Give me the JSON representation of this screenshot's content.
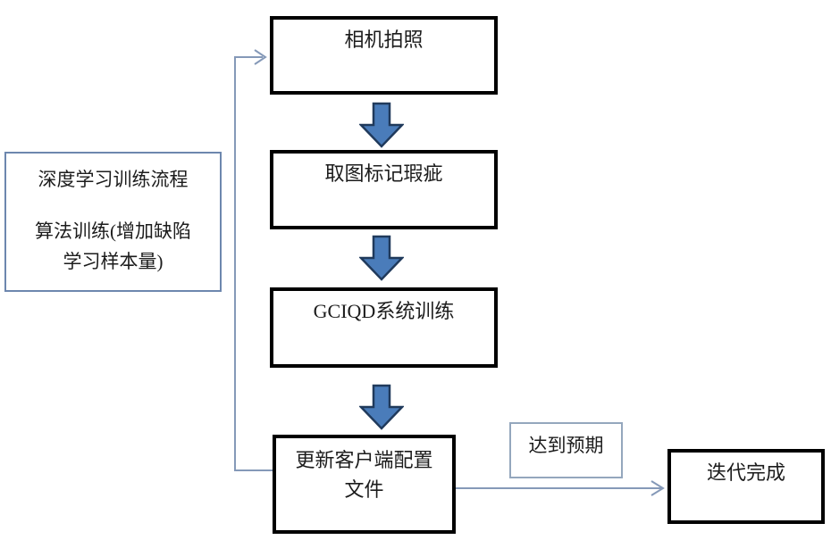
{
  "diagram": {
    "legend": {
      "line1": "深度学习训练流程",
      "line2": "算法训练(增加缺陷",
      "line3": "学习样本量)"
    },
    "flow": [
      {
        "label": "相机拍照"
      },
      {
        "label": "取图标记瑕疵"
      },
      {
        "label": "GCIQD系统训练"
      },
      {
        "lines": [
          "更新客户端配置",
          "文件"
        ]
      }
    ],
    "branch": {
      "condition": "达到预期",
      "end": "迭代完成"
    },
    "colors": {
      "block_arrow_fill": "#4a7cba",
      "block_arrow_stroke": "#203a5c",
      "connector": "#8599b8",
      "flow_box_border": "#000000",
      "legend_border": "#6d87ae",
      "condition_border": "#94a7bd"
    }
  }
}
